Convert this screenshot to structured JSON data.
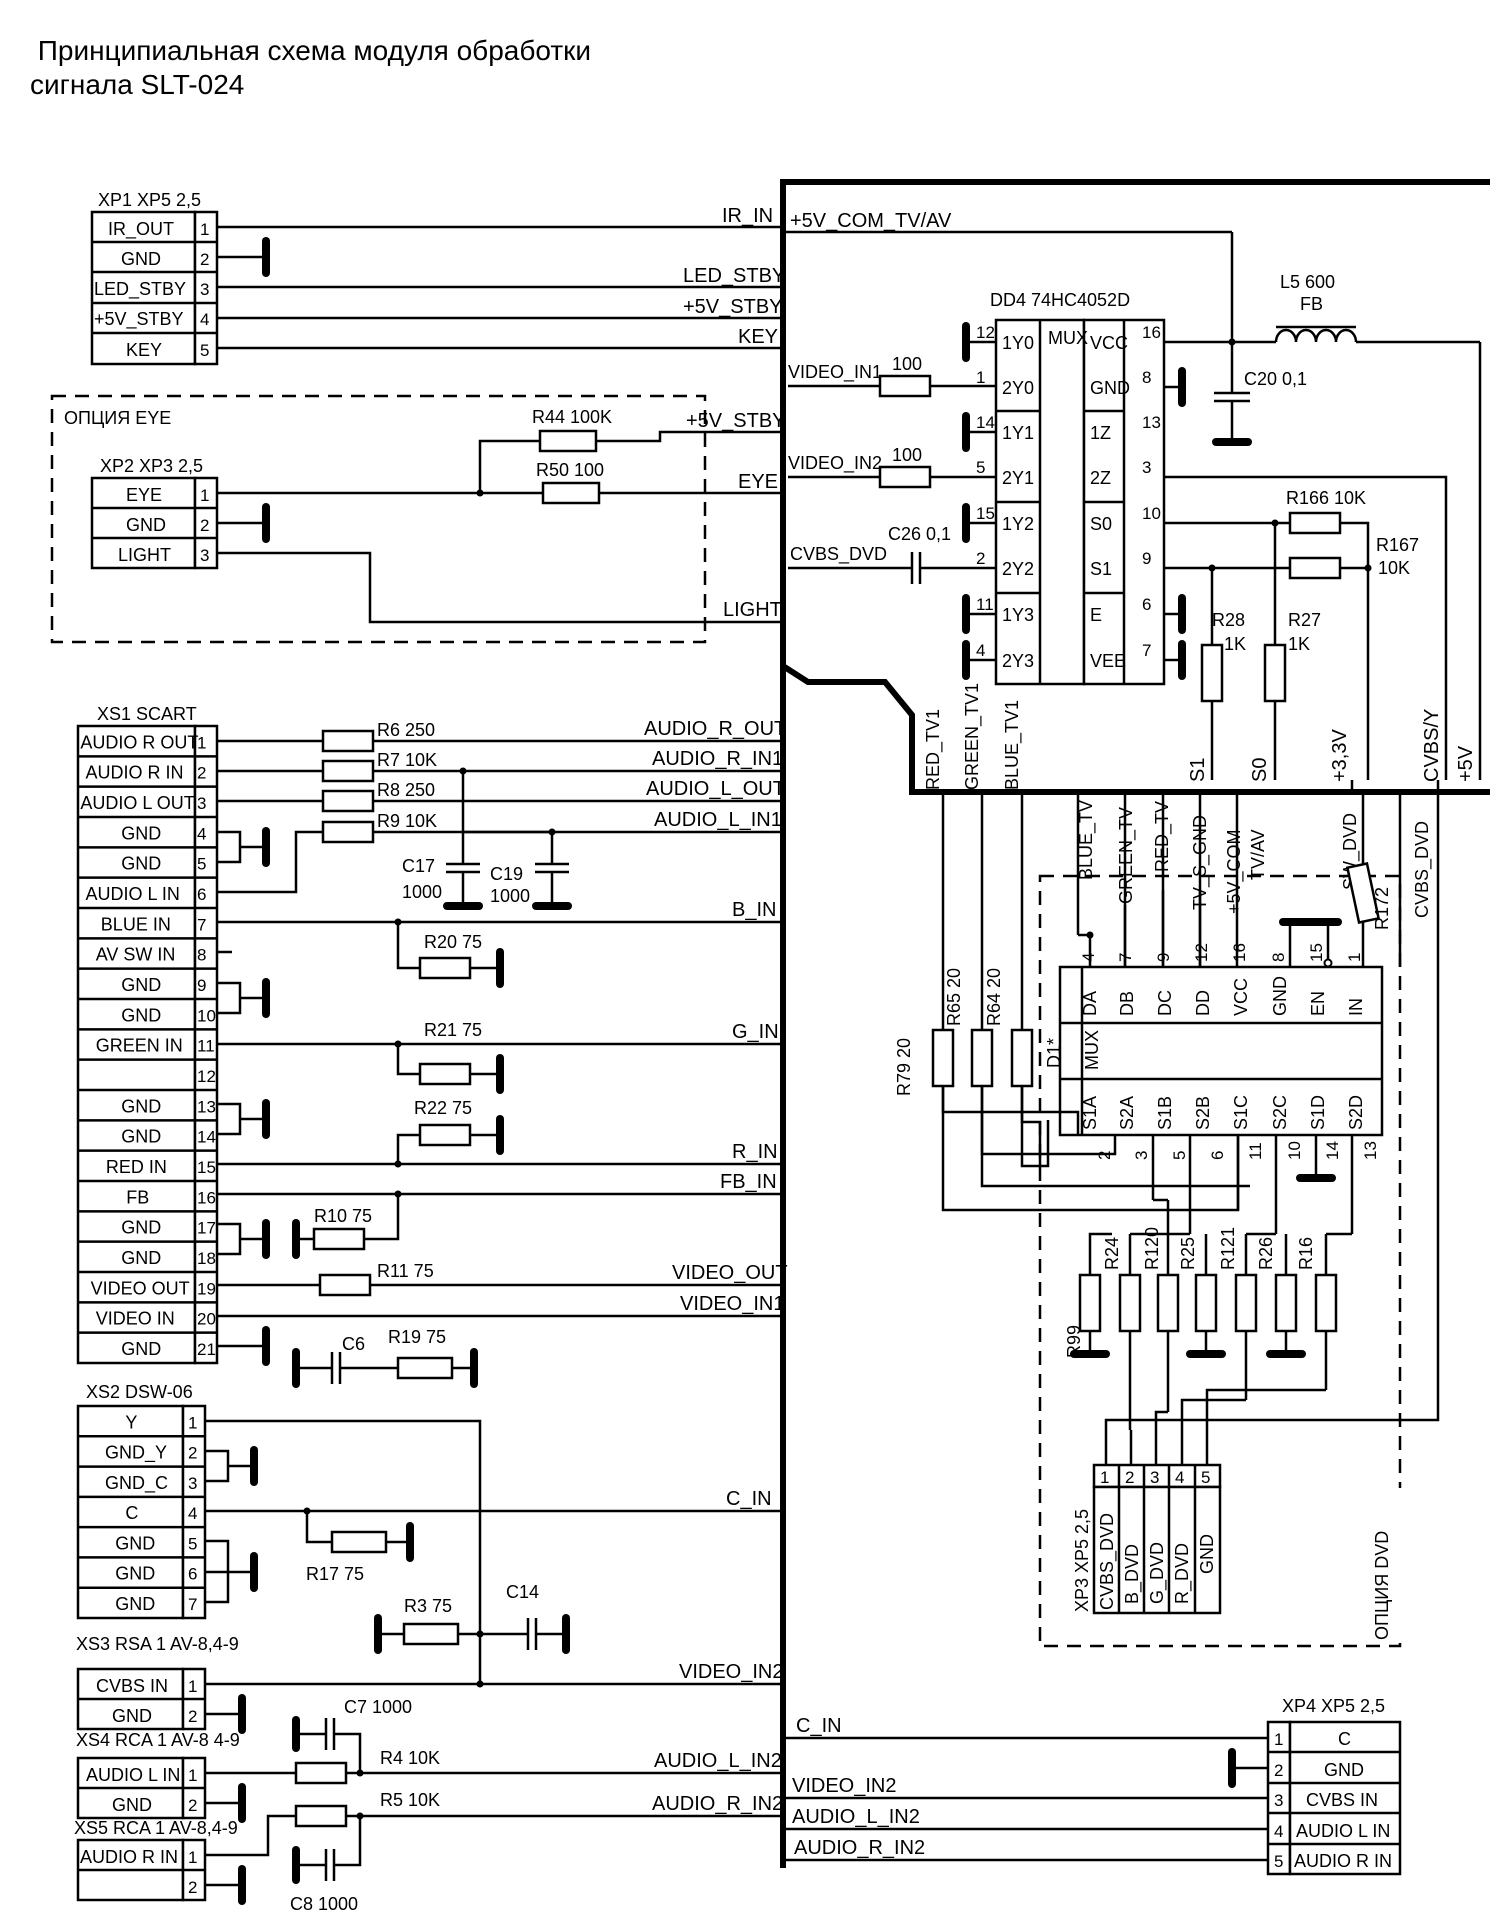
{
  "title": {
    "line1": " Принципиальная схема модуля обработки",
    "line2": "сигнала SLT-024"
  },
  "connectors": {
    "xp1": {
      "title": "XP1 XP5 2,5",
      "pins": [
        "IR_OUT",
        "GND",
        "LED_STBY",
        "+5V_STBY",
        "KEY"
      ]
    },
    "xp2": {
      "title": "XP2 XP3 2,5",
      "pins": [
        "EYE",
        "GND",
        "LIGHT"
      ]
    },
    "option_eye": "ОПЦИЯ EYE",
    "xs1": {
      "title": "XS1 SCART",
      "pins": [
        "AUDIO R OUT",
        "AUDIO R IN",
        "AUDIO L OUT",
        "GND",
        "GND",
        "AUDIO L IN",
        "BLUE IN",
        "AV SW IN",
        "GND",
        "GND",
        "GREEN IN",
        "",
        "GND",
        "GND",
        "RED IN",
        "FB",
        "GND",
        "GND",
        "VIDEO OUT",
        "VIDEO IN",
        "GND"
      ]
    },
    "xs2": {
      "title": "XS2 DSW-06",
      "pins": [
        "Y",
        "GND_Y",
        "GND_C",
        "C",
        "GND",
        "GND",
        "GND"
      ]
    },
    "xs3": {
      "title": "XS3 RSA 1 AV-8,4-9",
      "pins": [
        "CVBS IN",
        "GND"
      ]
    },
    "xs4": {
      "title": "XS4 RCA 1 AV-8 4-9",
      "pins": [
        "AUDIO L IN",
        "GND"
      ]
    },
    "xs5": {
      "title": "XS5 RCA 1 AV-8,4-9",
      "pins": [
        "AUDIO R IN",
        ""
      ]
    },
    "xp4": {
      "title": "XP4 XP5 2,5",
      "pins": [
        "C",
        "GND",
        "CVBS IN",
        "AUDIO L IN",
        "AUDIO R IN"
      ]
    },
    "xp3": {
      "title": "XP3 XP5 2,5",
      "pins": [
        "CVBS_DVD",
        "B_DVD",
        "G_DVD",
        "R_DVD",
        "GND"
      ]
    },
    "option_dvd": "ОПЦИЯ DVD"
  },
  "components": {
    "r44": "R44 100K",
    "r50": "R50 100",
    "r6": "R6 250",
    "r7": "R7 10K",
    "r8": "R8 250",
    "r9": "R9 10K",
    "c17": "C17",
    "c17v": "1000",
    "c19": "C19",
    "c19v": "1000",
    "r20": "R20 75",
    "r21": "R21 75",
    "r22": "R22 75",
    "r10": "R10 75",
    "r11": "R11 75",
    "r19": "R19 75",
    "c6": "C6",
    "r17": "R17 75",
    "r3": "R3 75",
    "c14": "C14",
    "c7": "C7 1000",
    "r4": "R4 10K",
    "r5": "R5 10K",
    "c8": "C8 1000",
    "dd4": "DD4 74HC4052D",
    "mux": "MUX",
    "dd4_left": [
      "1Y0",
      "2Y0",
      "1Y1",
      "2Y1",
      "1Y2",
      "2Y2",
      "1Y3",
      "2Y3"
    ],
    "dd4_left_pins": [
      "12",
      "1",
      "14",
      "5",
      "15",
      "2",
      "11",
      "4"
    ],
    "dd4_right": [
      "VCC",
      "GND",
      "1Z",
      "2Z",
      "S0",
      "S1",
      "E",
      "VEE"
    ],
    "dd4_right_pins": [
      "16",
      "8",
      "13",
      "3",
      "10",
      "9",
      "6",
      "7"
    ],
    "r_video1": "100",
    "r_video2": "100",
    "c26": "C26 0,1",
    "l5": "L5 600",
    "l5b": "FB",
    "c20": "C20 0,1",
    "r166": "R166 10K",
    "r167": "R167",
    "r167v": "10K",
    "r28": "R28",
    "r28v": "1K",
    "r27": "R27",
    "r27v": "1K",
    "d1": "D1*",
    "d1mux": "MUX",
    "d1_top": [
      "DA",
      "DB",
      "DC",
      "DD",
      "VCC",
      "GND",
      "EN",
      "IN"
    ],
    "d1_top_pins": [
      "4",
      "7",
      "9",
      "12",
      "16",
      "8",
      "15",
      "1"
    ],
    "d1_bot": [
      "S1A",
      "S2A",
      "S1B",
      "S2B",
      "S1C",
      "S2C",
      "S1D",
      "S2D"
    ],
    "d1_bot_pins": [
      "2",
      "3",
      "5",
      "6",
      "11",
      "10",
      "14",
      "13"
    ],
    "r79": "R79 20",
    "r65": "R65 20",
    "r64": "R64 20",
    "r172": "R172",
    "r99": "R99",
    "r24": "R24",
    "r120": "R120",
    "r25": "R25",
    "r121": "R121",
    "r26": "R26",
    "r16": "R16"
  },
  "nets": {
    "ir_in": "IR_IN",
    "led_stby": "LED_STBY",
    "v5_stby": "+5V_STBY",
    "key": "KEY",
    "v5_stby2": "+5V_STBY",
    "eye": "EYE",
    "light": "LIGHT",
    "audio_r_out": "AUDIO_R_OUT",
    "audio_r_in1": "AUDIO_R_IN1",
    "audio_l_out": "AUDIO_L_OUT",
    "audio_l_in1": "AUDIO_L_IN1",
    "b_in": "B_IN",
    "g_in": "G_IN",
    "r_in": "R_IN",
    "fb_in": "FB_IN",
    "video_out": "VIDEO_OUT",
    "video_in1": "VIDEO_IN1",
    "c_in": "C_IN",
    "video_in2": "VIDEO_IN2",
    "audio_l_in2": "AUDIO_L_IN2",
    "audio_r_in2": "AUDIO_R_IN2",
    "v5_com": "+5V_COM_TV/AV",
    "r_video_in1": "VIDEO_IN1",
    "r_video_in2": "VIDEO_IN2",
    "cvbs_dvd": "CVBS_DVD",
    "s1": "S1",
    "s0": "S0",
    "v33": "+3,3V",
    "cvbs_y": "CVBS/Y",
    "v5": "+5V",
    "red_tv1": "RED_TV1",
    "green_tv1": "GREEN_TV1",
    "blue_tv1": "BLUE_TV1",
    "blue_tv": "BLUE_TV",
    "green_tv": "GREEN_TV",
    "red_tv": "RED_TV",
    "tv_s_gnd": "TV_S_GND",
    "v5_com2": "+5V_COM",
    "tv_av": "TV/AV",
    "sw_dvd": "SW_DVD",
    "cvbs_dvd2": "CVBS_DVD",
    "r_c_in": "C_IN",
    "r_video_in2b": "VIDEO_IN2",
    "r_audio_l_in2": "AUDIO_L_IN2",
    "r_audio_r_in2": "AUDIO_R_IN2"
  }
}
